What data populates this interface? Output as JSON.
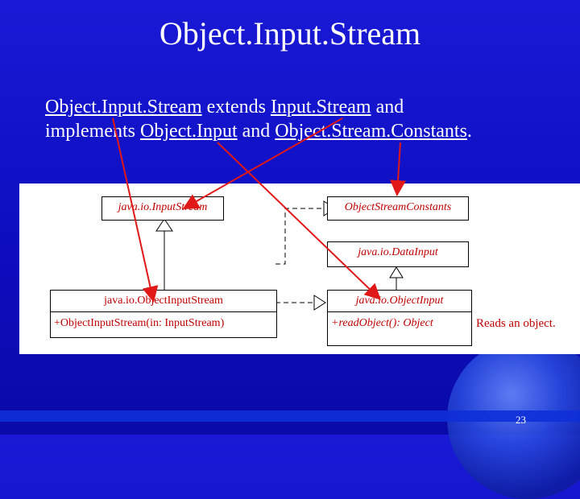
{
  "slide": {
    "title": "Object.Input.Stream",
    "body": {
      "p1": "Object.Input.Stream",
      "p2": " extends ",
      "p3": "Input.Stream",
      "p4": " and",
      "p5": "implements ",
      "p6": "Object.Input",
      "p7": " and ",
      "p8": "Object.Stream.Constants",
      "p9": "."
    },
    "page_number": "23"
  },
  "diagram": {
    "input_stream": "java.io.InputStream",
    "object_stream_constants": "ObjectStreamConstants",
    "data_input": "java.io.DataInput",
    "object_input_stream": "java.io.ObjectInputStream",
    "object_input_stream_ctor": "+ObjectInputStream(in: InputStream)",
    "object_input": "java.io.ObjectInput",
    "read_object": "+readObject(): Object",
    "reads_note": "Reads an object."
  },
  "colors": {
    "background": "#1212c8",
    "uml_text": "#c00000",
    "arrow": "#e01818"
  }
}
